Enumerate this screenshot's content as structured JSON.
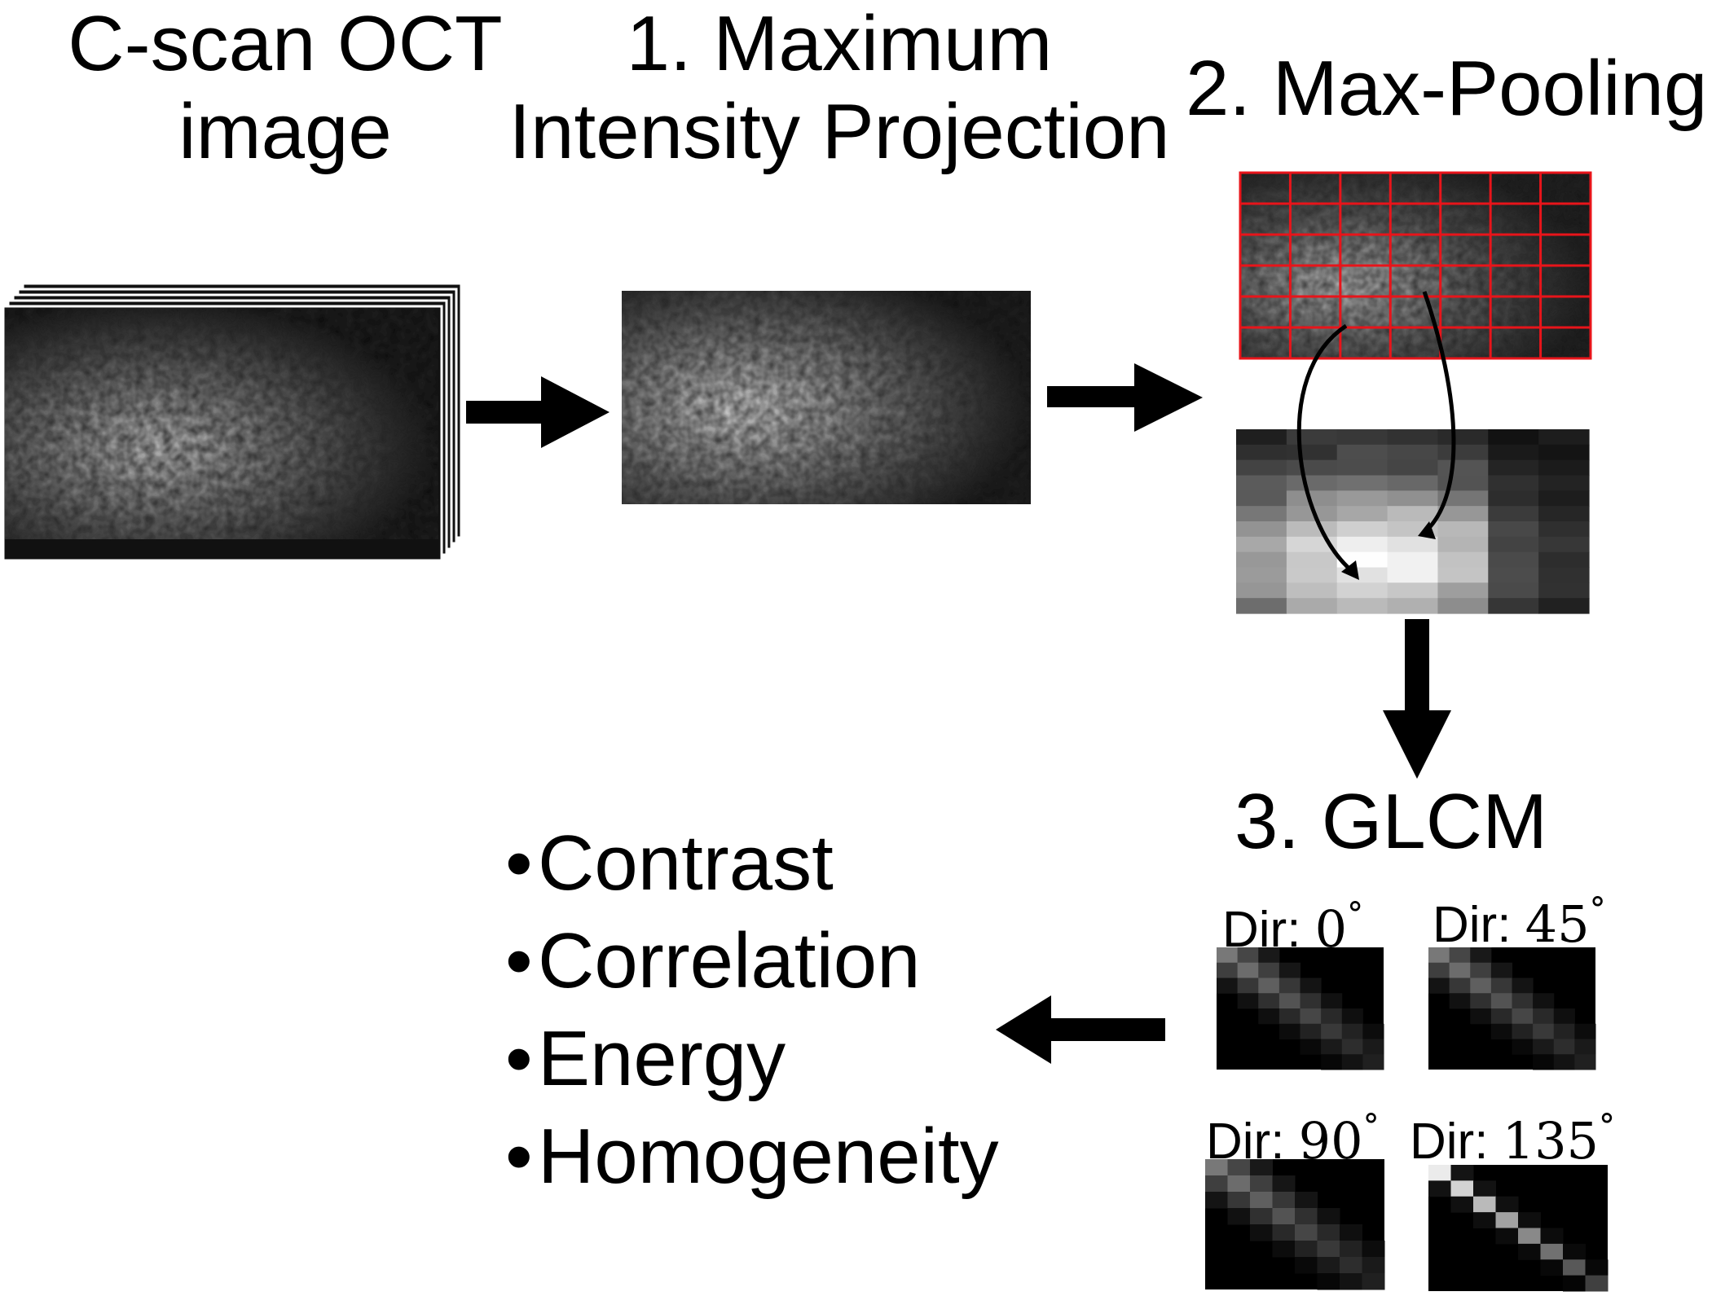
{
  "stages": {
    "cscan_title": "C-scan OCT\nimage",
    "mip_title": "1. Maximum\nIntensity Projection",
    "pooling_title": "2. Max-Pooling",
    "glcm_title": "3. GLCM"
  },
  "glcm_directions": [
    {
      "word": "Dir: ",
      "angle": "0",
      "degree": "°"
    },
    {
      "word": "Dir: ",
      "angle": "45",
      "degree": "°"
    },
    {
      "word": "Dir: ",
      "angle": "90",
      "degree": "°"
    },
    {
      "word": "Dir: ",
      "angle": "135",
      "degree": "°"
    }
  ],
  "features": [
    {
      "bullet": "•",
      "label": "Contrast"
    },
    {
      "bullet": "•",
      "label": "Correlation"
    },
    {
      "bullet": "•",
      "label": "Energy"
    },
    {
      "bullet": "•",
      "label": "Homogeneity"
    }
  ],
  "colors": {
    "grid_line": "#e8141a",
    "arrow": "#000000",
    "background": "#ffffff"
  }
}
